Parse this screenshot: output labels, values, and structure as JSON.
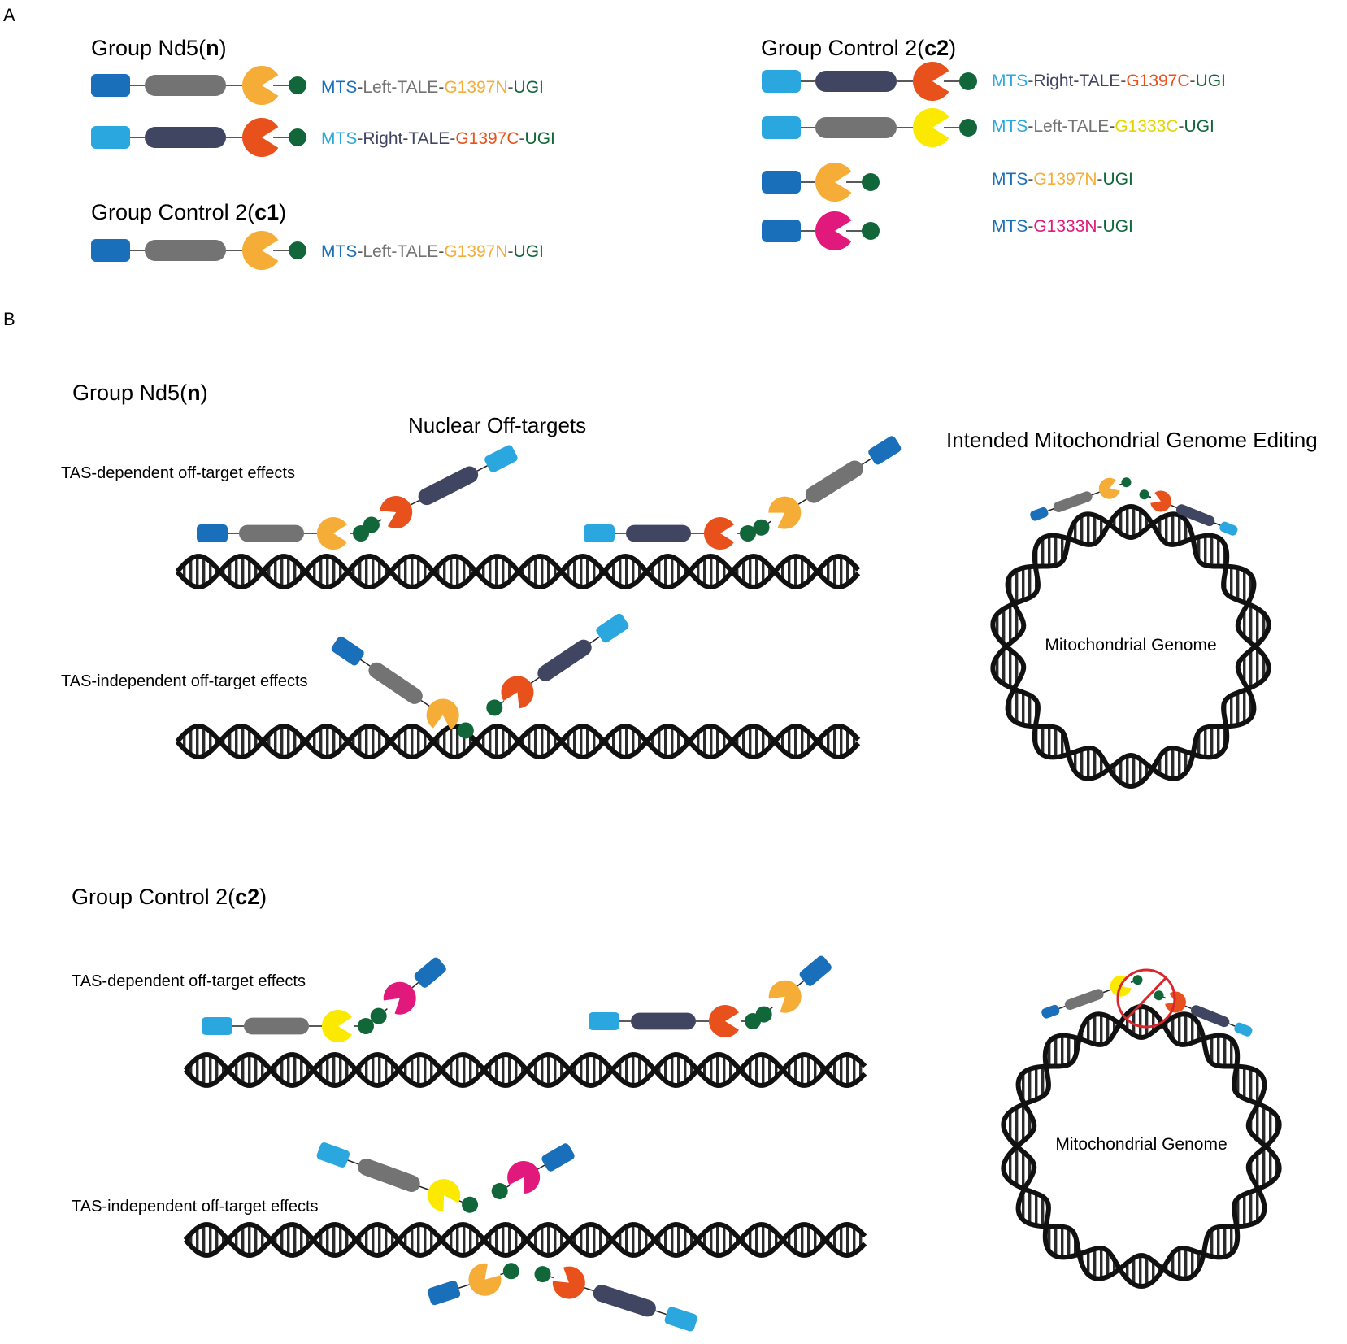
{
  "colors": {
    "mts_dark": "#1a6fba",
    "mts_light": "#2aa7df",
    "left_tale": "#737373",
    "right_tale": "#404561",
    "g1397n": "#f5ad37",
    "g1397c": "#e9511c",
    "g1333c": "#fbe900",
    "g1333n": "#e2197c",
    "ugi": "#11673a",
    "no_symbol": "#d9262a",
    "dna": "#111111"
  },
  "panel_a": {
    "letter": "A",
    "nd5_title": {
      "base": "Group Nd5(",
      "bold": "n",
      "end": ")"
    },
    "c1_title": {
      "base": "Group Control 2(",
      "bold": "c1",
      "end": ")"
    },
    "c2_title": {
      "base": "Group Control 2(",
      "bold": "c2",
      "end": ")"
    },
    "legend": {
      "nd5_1": [
        {
          "t": "MTS",
          "c": "#1a6fba"
        },
        {
          "t": "-",
          "c": "#555555"
        },
        {
          "t": "Left-TALE",
          "c": "#737373"
        },
        {
          "t": "-",
          "c": "#555555"
        },
        {
          "t": "G1397N",
          "c": "#f5ad37"
        },
        {
          "t": "-",
          "c": "#555555"
        },
        {
          "t": "UGI",
          "c": "#11673a"
        }
      ],
      "nd5_2": [
        {
          "t": "MTS",
          "c": "#2aa7df"
        },
        {
          "t": "-",
          "c": "#555555"
        },
        {
          "t": "Right-TALE",
          "c": "#404561"
        },
        {
          "t": "-",
          "c": "#555555"
        },
        {
          "t": "G1397C",
          "c": "#e9511c"
        },
        {
          "t": "-",
          "c": "#555555"
        },
        {
          "t": "UGI",
          "c": "#11673a"
        }
      ],
      "c1_1": [
        {
          "t": "MTS",
          "c": "#1a6fba"
        },
        {
          "t": "-",
          "c": "#555555"
        },
        {
          "t": "Left-TALE",
          "c": "#737373"
        },
        {
          "t": "-",
          "c": "#555555"
        },
        {
          "t": "G1397N",
          "c": "#f5ad37"
        },
        {
          "t": "-",
          "c": "#555555"
        },
        {
          "t": "UGI",
          "c": "#11673a"
        }
      ],
      "c2_1": [
        {
          "t": "MTS",
          "c": "#2aa7df"
        },
        {
          "t": "-",
          "c": "#555555"
        },
        {
          "t": "Right-TALE",
          "c": "#404561"
        },
        {
          "t": "-",
          "c": "#555555"
        },
        {
          "t": "G1397C",
          "c": "#e9511c"
        },
        {
          "t": "-",
          "c": "#555555"
        },
        {
          "t": "UGI",
          "c": "#11673a"
        }
      ],
      "c2_2": [
        {
          "t": "MTS",
          "c": "#2aa7df"
        },
        {
          "t": "-",
          "c": "#555555"
        },
        {
          "t": "Left-TALE",
          "c": "#737373"
        },
        {
          "t": "-",
          "c": "#555555"
        },
        {
          "t": "G1333C",
          "c": "#e4d300"
        },
        {
          "t": "-",
          "c": "#555555"
        },
        {
          "t": "UGI",
          "c": "#11673a"
        }
      ],
      "c2_3": [
        {
          "t": "MTS",
          "c": "#1a6fba"
        },
        {
          "t": "-",
          "c": "#555555"
        },
        {
          "t": "G1397N",
          "c": "#f5ad37"
        },
        {
          "t": "-",
          "c": "#555555"
        },
        {
          "t": "UGI",
          "c": "#11673a"
        }
      ],
      "c2_4": [
        {
          "t": "MTS",
          "c": "#1a6fba"
        },
        {
          "t": "-",
          "c": "#555555"
        },
        {
          "t": "G1333N",
          "c": "#e2197c"
        },
        {
          "t": "-",
          "c": "#555555"
        },
        {
          "t": "UGI",
          "c": "#11673a"
        }
      ]
    }
  },
  "panel_b": {
    "letter": "B",
    "nd5_title": {
      "base": "Group Nd5(",
      "bold": "n",
      "end": ")"
    },
    "c2_title": {
      "base": "Group Control 2(",
      "bold": "c2",
      "end": ")"
    },
    "nuclear_title": "Nuclear Off-targets",
    "mito_title": "Intended Mitochondrial Genome Editing",
    "tas_dependent": "TAS-dependent off-target effects",
    "tas_independent": "TAS-independent off-target effects",
    "genome_label": "Mitochondrial Genome"
  }
}
